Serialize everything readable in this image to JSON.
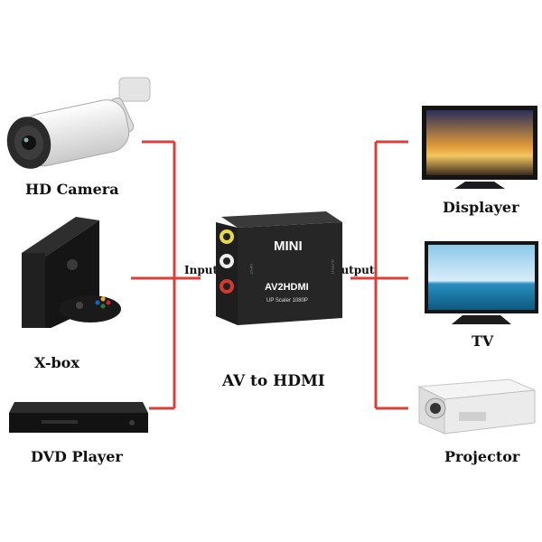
{
  "center": {
    "title": "AV to HDMI",
    "device_brand": "MINI",
    "device_model": "AV2HDMI",
    "device_sub": "UP Scaler 1080P",
    "side_left": "INPUT",
    "side_right": "OUTPUT"
  },
  "ports": {
    "input_label": "Input",
    "output_label": "Output"
  },
  "sources": [
    {
      "label": "HD Camera",
      "icon": "cctv-camera-icon"
    },
    {
      "label": "X-box",
      "icon": "game-console-icon"
    },
    {
      "label": "DVD Player",
      "icon": "dvd-player-icon"
    }
  ],
  "outputs": [
    {
      "label": "Displayer",
      "icon": "monitor-icon"
    },
    {
      "label": "TV",
      "icon": "tv-icon"
    },
    {
      "label": "Projector",
      "icon": "projector-icon"
    }
  ],
  "colors": {
    "connector": "#d9403a",
    "device": "#1b1b1b"
  }
}
